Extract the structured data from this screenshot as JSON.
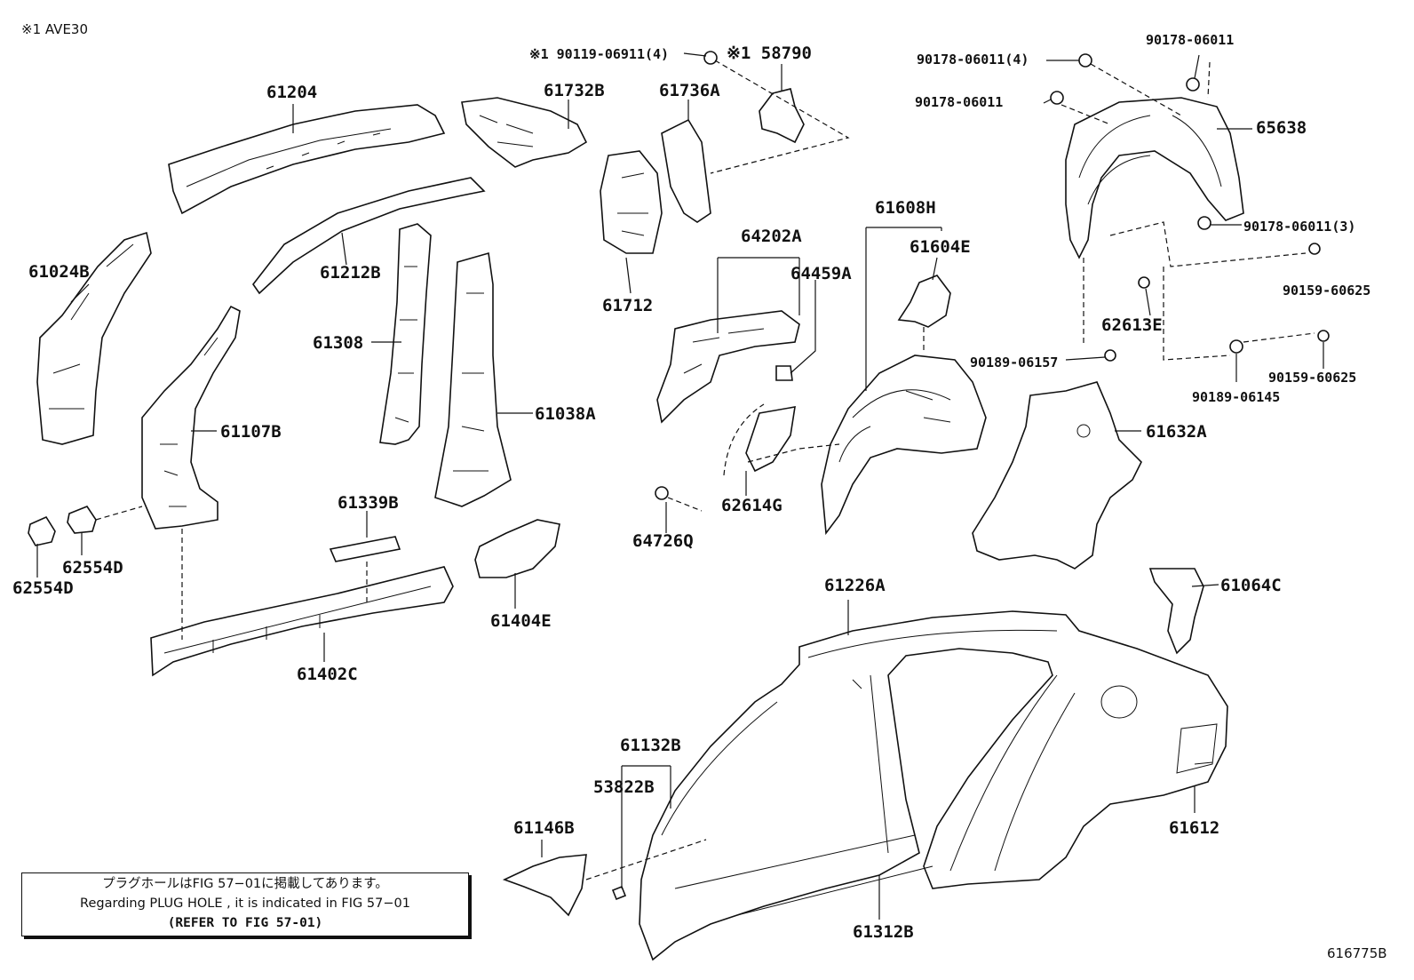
{
  "diagram": {
    "model_note": "※1 AVE30",
    "figure_code": "616775B",
    "notice": {
      "line_jp": "プラグホールはFIG 57−01に掲載してあります。",
      "line_en": "Regarding  PLUG  HOLE , it is indicated in FIG  57−01",
      "line_ref": "(REFER TO FIG 57-01)"
    },
    "labels": {
      "p90119": "※1 90119-06911(4)",
      "p58790": "※1 58790",
      "p61204": "61204",
      "p61732B": "61732B",
      "p61736A": "61736A",
      "p90178a": "90178-06011(4)",
      "p90178b": "90178-06011",
      "p90178c": "90178-06011",
      "p65638": "65638",
      "p61024B": "61024B",
      "p61212B": "61212B",
      "p61712": "61712",
      "p64202A": "64202A",
      "p64459A": "64459A",
      "p61608H": "61608H",
      "p61604E": "61604E",
      "p90178d": "90178-06011(3)",
      "p90159a": "90159-60625",
      "p62613E": "62613E",
      "p61308": "61308",
      "p61107B": "61107B",
      "p61038A": "61038A",
      "p90189a": "90189-06157",
      "p90189b": "90189-06145",
      "p90159b": "90159-60625",
      "p61632A": "61632A",
      "p62614G": "62614G",
      "p64726Q": "64726Q",
      "p61339B": "61339B",
      "p62554Da": "62554D",
      "p62554Db": "62554D",
      "p61404E": "61404E",
      "p61402C": "61402C",
      "p61226A": "61226A",
      "p61064C": "61064C",
      "p61132B": "61132B",
      "p53822B": "53822B",
      "p61146B": "61146B",
      "p61312B": "61312B",
      "p61612": "61612"
    }
  }
}
